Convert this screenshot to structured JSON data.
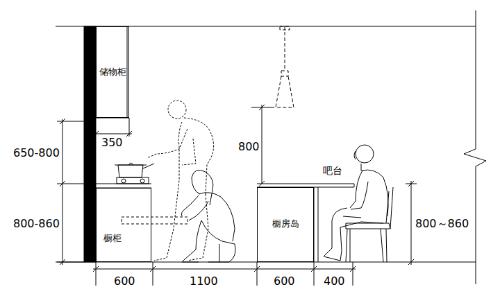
{
  "diagram": {
    "nodes": [
      {
        "text": [
          "储物柜"
        ]
      },
      {
        "text": [
          "橱柜"
        ]
      },
      {
        "text": [
          "橱房岛"
        ]
      }
    ],
    "labels": [
      "650-800",
      "800-860",
      "350",
      "800",
      "吧台",
      "800～860",
      "600",
      "1100",
      "600",
      "400"
    ]
  }
}
